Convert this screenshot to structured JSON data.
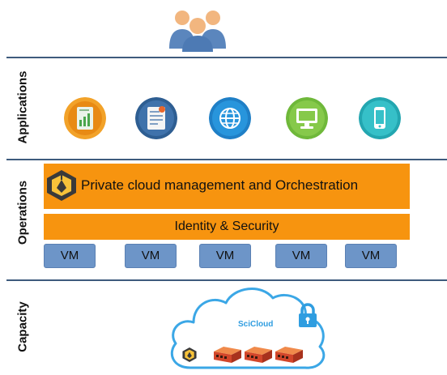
{
  "layers": {
    "applications_label": "Applications",
    "operations_label": "Operations",
    "capacity_label": "Capacity"
  },
  "operations": {
    "management_label": "Private cloud management and Orchestration",
    "identity_label": "Identity & Security",
    "vms": [
      {
        "label": "VM"
      },
      {
        "label": "VM"
      },
      {
        "label": "VM"
      },
      {
        "label": "VM"
      },
      {
        "label": "VM"
      }
    ]
  },
  "capacity": {
    "cloud_label": "SciCloud"
  },
  "icons": {
    "users": "users-icon",
    "apps": [
      "document-chart-icon",
      "report-icon",
      "globe-icon",
      "monitor-icon",
      "mobile-icon"
    ],
    "orchestration": "cube-logo-icon",
    "lock": "lock-icon",
    "servers": "server-rack-icon"
  },
  "colors": {
    "orange": "#f7940f",
    "vm_blue": "#6d95c8",
    "separator": "#3e5b7d",
    "cloud": "#3ba7e6"
  }
}
